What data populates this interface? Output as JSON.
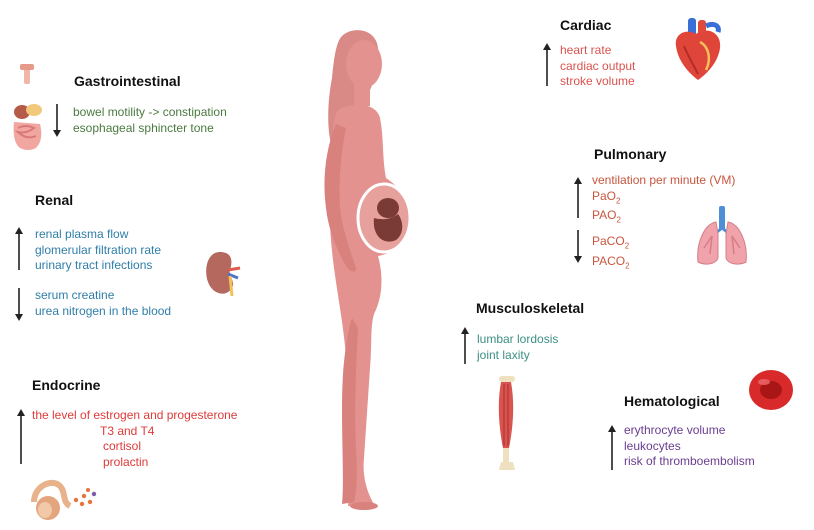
{
  "colors": {
    "gastro": "#4a7a3f",
    "renal": "#2f7ea8",
    "endocrine": "#e03a3a",
    "cardiac": "#d9534f",
    "pulmonary": "#c8553d",
    "musculoskeletal": "#3d8f85",
    "hematological": "#6a3d8f",
    "arrow": "#222222",
    "body": "#e3928f",
    "body_dark": "#cf7a77"
  },
  "gastrointestinal": {
    "title": "Gastrointestinal",
    "down": [
      "bowel motility -> constipation",
      "esophageal sphincter tone"
    ],
    "icon": "digestive-tract-icon"
  },
  "renal": {
    "title": "Renal",
    "up": [
      "renal plasma flow",
      "glomerular filtration rate",
      "urinary tract infections"
    ],
    "down": [
      "serum creatine",
      "urea nitrogen in the blood"
    ],
    "icon": "kidney-icon"
  },
  "endocrine": {
    "title": "Endocrine",
    "up": [
      "the level of estrogen and progesterone",
      "T3 and T4",
      "cortisol",
      "prolactin"
    ],
    "icon": "pituitary-gland-icon"
  },
  "cardiac": {
    "title": "Cardiac",
    "up": [
      "heart rate",
      "cardiac output",
      "stroke volume"
    ],
    "icon": "heart-icon"
  },
  "pulmonary": {
    "title": "Pulmonary",
    "up_main": "ventilation per minute (VM)",
    "up_sub": [
      {
        "base": "PaO",
        "sub": "2"
      },
      {
        "base": "PAO",
        "sub": "2"
      }
    ],
    "down_sub": [
      {
        "base": "PaCO",
        "sub": "2"
      },
      {
        "base": "PACO",
        "sub": "2"
      }
    ],
    "icon": "lungs-icon"
  },
  "musculoskeletal": {
    "title": "Musculoskeletal",
    "up": [
      "lumbar lordosis",
      "joint laxity"
    ],
    "icon": "leg-muscle-icon"
  },
  "hematological": {
    "title": "Hematological",
    "up": [
      "erythrocyte volume",
      "leukocytes",
      "risk of thromboembolism"
    ],
    "icon": "red-blood-cell-icon"
  },
  "figure": {
    "icon": "pregnant-woman-silhouette-icon"
  }
}
